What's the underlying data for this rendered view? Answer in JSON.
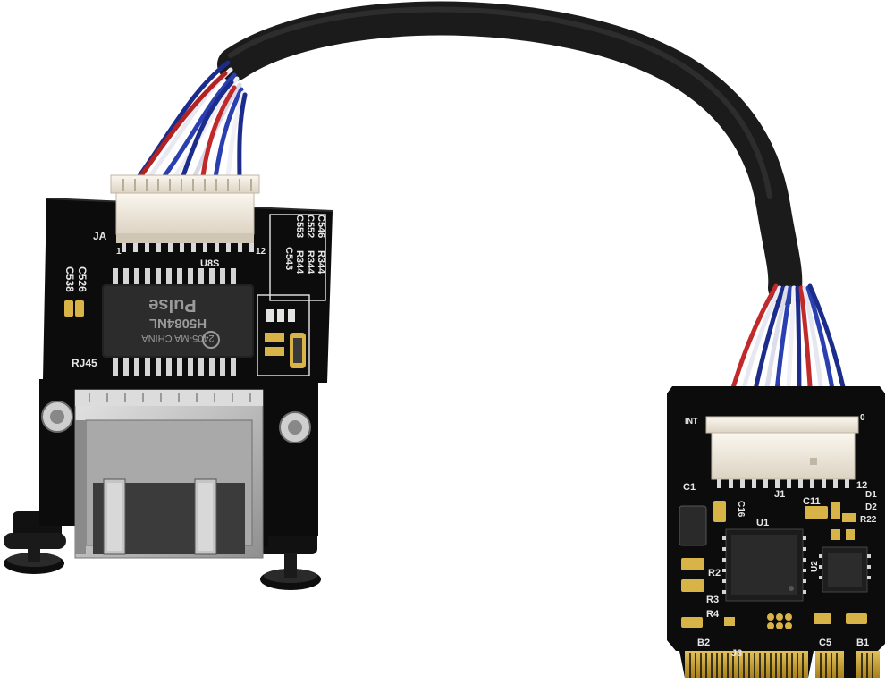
{
  "rj45_board": {
    "silkscreen": {
      "rj45": "RJ45",
      "ja": "JA",
      "u8s": "U8S",
      "pin_1": "1",
      "pin_12": "12",
      "c526": "C526",
      "c538": "C538",
      "right_labels": [
        "C546",
        "R344",
        "C552",
        "R344",
        "C553",
        "R344",
        "C543"
      ]
    },
    "magnetics": {
      "brand": "Pulse",
      "model": "H5084NL",
      "code": "2405-MA CHINA"
    }
  },
  "m2_card": {
    "silkscreen": {
      "int": "INT",
      "zero": "0",
      "j1": "J1",
      "twelve": "12",
      "c1": "C1",
      "c16": "C16",
      "c11": "C11",
      "d1": "D1",
      "d2": "D2",
      "r22": "R22",
      "u1": "U1",
      "u2": "U2",
      "r2": "R2",
      "r3": "R3",
      "r4": "R4",
      "b2": "B2",
      "j3": "J3",
      "c5": "C5",
      "b1": "B1"
    }
  },
  "colors": {
    "pcb": "#0c0c0c",
    "cable_jacket": "#1b1b1b",
    "connector": "#f3ece0",
    "rj45_shield": "#c9c9c9",
    "gold_finger": "#c9a227"
  }
}
